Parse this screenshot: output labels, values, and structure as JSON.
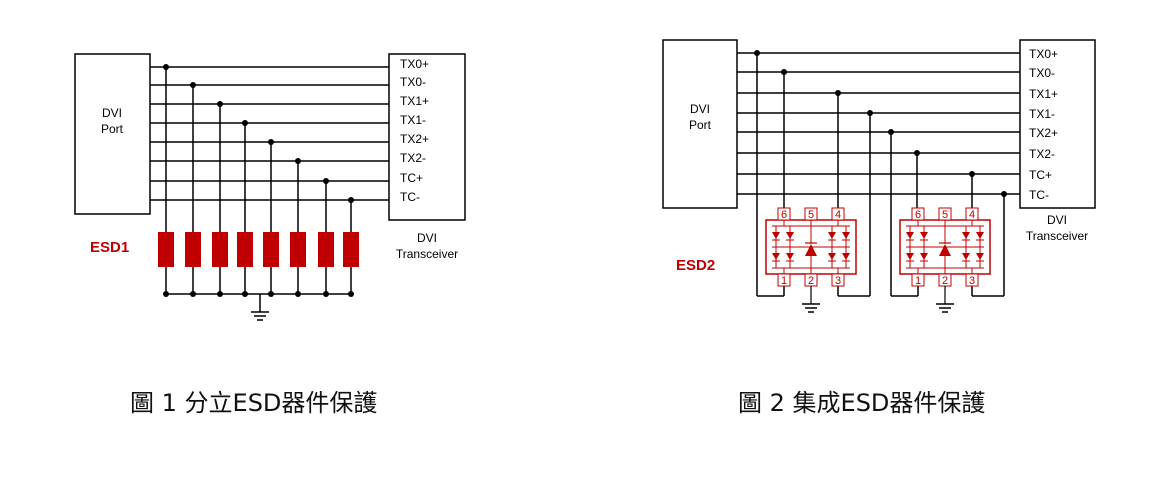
{
  "figure1": {
    "left_box": [
      "DVI",
      "Port"
    ],
    "right_label": [
      "DVI",
      "Transceiver"
    ],
    "signals": [
      "TX0+",
      "TX0-",
      "TX1+",
      "TX1-",
      "TX2+",
      "TX2-",
      "TC+",
      "TC-"
    ],
    "esd_label": "ESD1",
    "caption": "圖 1 分立ESD器件保護"
  },
  "figure2": {
    "left_box": [
      "DVI",
      "Port"
    ],
    "right_label": [
      "DVI",
      "Transceiver"
    ],
    "signals": [
      "TX0+",
      "TX0-",
      "TX1+",
      "TX1-",
      "TX2+",
      "TX2-",
      "TC+",
      "TC-"
    ],
    "esd_label": "ESD2",
    "chip_pins_top": [
      "6",
      "5",
      "4"
    ],
    "chip_pins_bottom": [
      "1",
      "2",
      "3"
    ],
    "caption": "圖 2 集成ESD器件保護"
  },
  "colors": {
    "esd": "#c00000",
    "line": "#000000"
  }
}
